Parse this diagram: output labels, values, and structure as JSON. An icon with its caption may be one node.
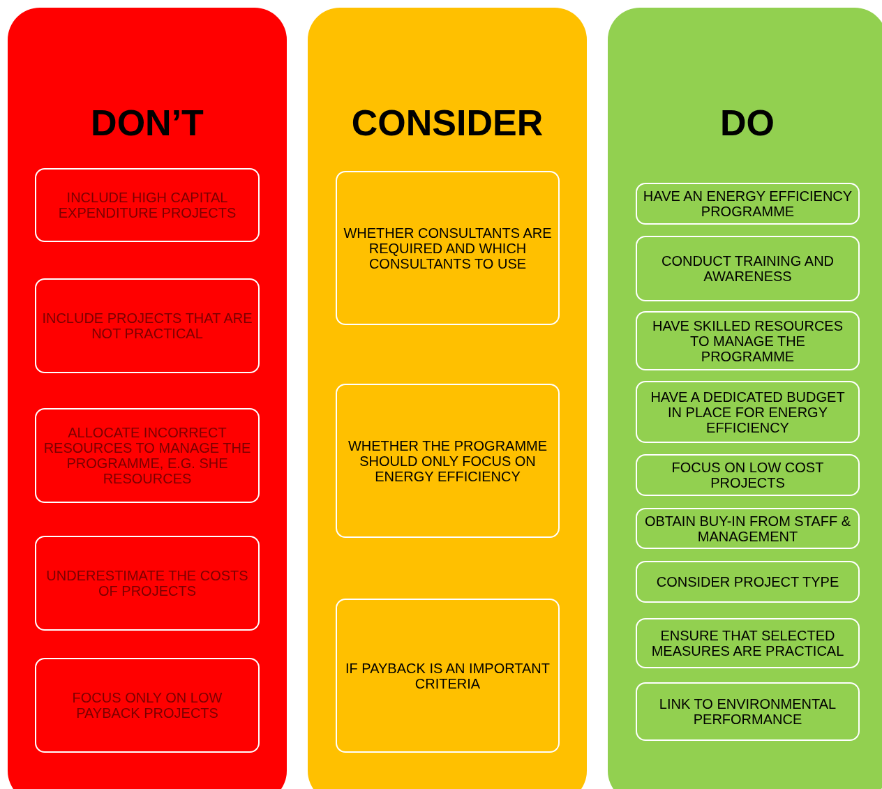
{
  "diagram": {
    "nodes": [
      {
        "text": [
          "DON’T"
        ]
      },
      {
        "text": [
          "INCLUDE HIGH CAPITAL EXPENDITURE PROJECTS"
        ],
        "in": 0
      },
      {
        "text": [
          "INCLUDE PROJECTS THAT ARE NOT PRACTICAL"
        ],
        "in": 0
      },
      {
        "text": [
          "ALLOCATE INCORRECT RESOURCES TO MANAGE THE PROGRAMME, E.G. SHE RESOURCES"
        ],
        "in": 0
      },
      {
        "text": [
          "UNDERESTIMATE THE COSTS OF PROJECTS"
        ],
        "in": 0
      },
      {
        "text": [
          "FOCUS ONLY ON LOW PAYBACK PROJECTS"
        ],
        "in": 0
      },
      {
        "text": [
          "CONSIDER"
        ]
      },
      {
        "text": [
          "WHETHER CONSULTANTS ARE REQUIRED AND WHICH CONSULTANTS TO USE"
        ],
        "in": 6
      },
      {
        "text": [
          "WHETHER THE PROGRAMME SHOULD ONLY FOCUS ON ENERGY EFFICIENCY"
        ],
        "in": 6
      },
      {
        "text": [
          "IF PAYBACK IS AN IMPORTANT CRITERIA"
        ],
        "in": 6
      },
      {
        "text": [
          "DO"
        ]
      },
      {
        "text": [
          "HAVE AN ENERGY EFFICIENCY PROGRAMME"
        ],
        "in": 10
      },
      {
        "text": [
          "CONDUCT TRAINING AND AWARENESS"
        ],
        "in": 10
      },
      {
        "text": [
          "HAVE SKILLED RESOURCES TO MANAGE THE PROGRAMME"
        ],
        "in": 10
      },
      {
        "text": [
          "HAVE A DEDICATED BUDGET IN PLACE FOR ENERGY EFFICIENCY"
        ],
        "in": 10
      },
      {
        "text": [
          "FOCUS ON LOW COST PROJECTS"
        ],
        "in": 10
      },
      {
        "text": [
          "OBTAIN BUY-IN FROM STAFF & MANAGEMENT"
        ],
        "in": 10
      },
      {
        "text": [
          "CONSIDER PROJECT TYPE"
        ],
        "in": 10
      },
      {
        "text": [
          "ENSURE THAT SELECTED MEASURES ARE PRACTICAL"
        ],
        "in": 10
      },
      {
        "text": [
          "LINK TO ENVIRONMENTAL PERFORMANCE"
        ],
        "in": 10
      }
    ]
  }
}
